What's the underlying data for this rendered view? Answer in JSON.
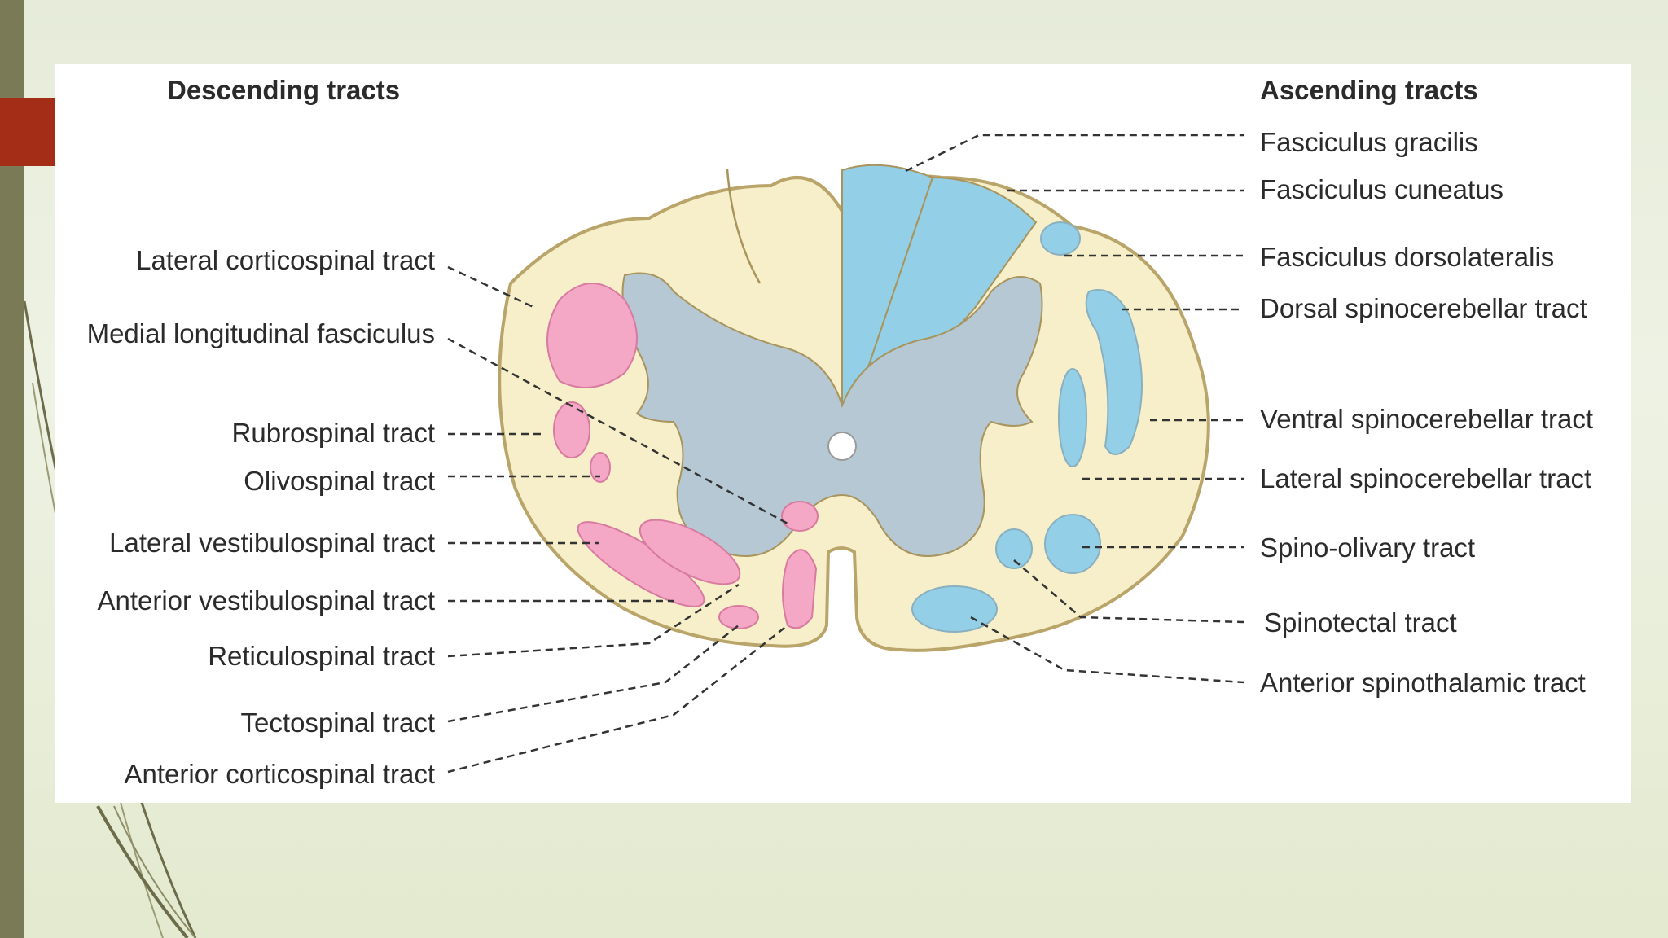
{
  "headings": {
    "descending": "Descending tracts",
    "ascending": "Ascending tracts"
  },
  "descending_labels": [
    "Lateral corticospinal tract",
    "Medial longitudinal fasciculus",
    "Rubrospinal tract",
    "Olivospinal tract",
    "Lateral vestibulospinal tract",
    "Anterior vestibulospinal tract",
    "Reticulospinal tract",
    "Tectospinal tract",
    "Anterior corticospinal tract"
  ],
  "ascending_labels": [
    "Fasciculus gracilis",
    "Fasciculus cuneatus",
    "Fasciculus dorsolateralis",
    "Dorsal spinocerebellar tract",
    "Ventral spinocerebellar tract",
    "Lateral spinocerebellar tract",
    "Spino-olivary tract",
    "Spinotectal tract",
    "Anterior spinothalamic tract"
  ],
  "colors": {
    "white_matter": "#f6efc9",
    "white_matter_edge": "#b9a46a",
    "grey_matter": "#b5c8d4",
    "descending_tract": "#f4a8c6",
    "ascending_tract": "#93cfe6",
    "accent": "#a32d16",
    "side_bar": "#7b7a57"
  }
}
